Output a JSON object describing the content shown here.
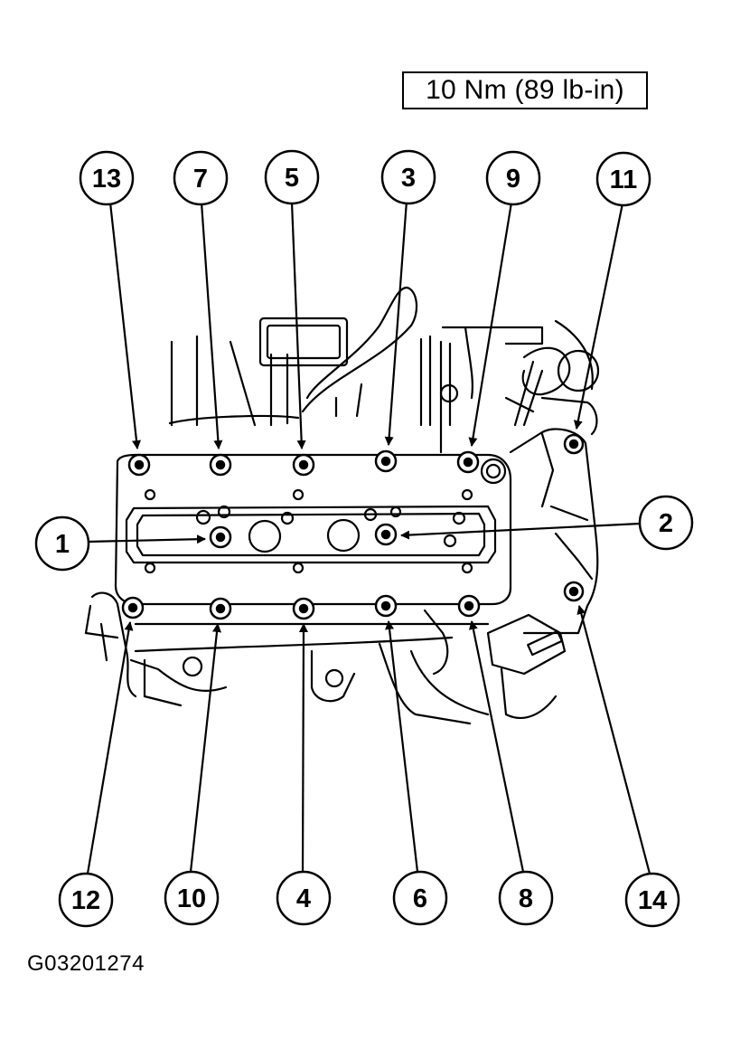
{
  "torque_spec": "10 Nm (89 lb-in)",
  "figure_id": "G03201274",
  "callouts": [
    {
      "label": "13"
    },
    {
      "label": "7"
    },
    {
      "label": "5"
    },
    {
      "label": "3"
    },
    {
      "label": "9"
    },
    {
      "label": "11"
    },
    {
      "label": "1"
    },
    {
      "label": "2"
    },
    {
      "label": "12"
    },
    {
      "label": "10"
    },
    {
      "label": "4"
    },
    {
      "label": "6"
    },
    {
      "label": "8"
    },
    {
      "label": "14"
    }
  ]
}
